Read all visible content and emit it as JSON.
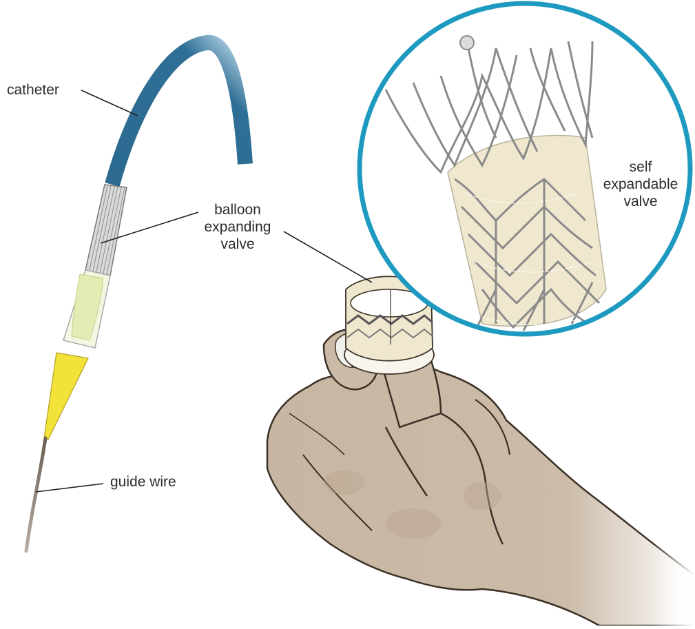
{
  "labels": {
    "catheter": "catheter",
    "balloon_valve": [
      "balloon",
      "expanding",
      "valve"
    ],
    "self_valve": [
      "self",
      "expandable",
      "valve"
    ],
    "guide_wire": "guide wire"
  },
  "colors": {
    "catheter_blue": "#2f6f96",
    "catheter_blue_light": "#8cc3dd",
    "circle_border": "#1e9ac0",
    "nose_cone": "#f2e23a",
    "balloon": "#e4ecb4",
    "wire": "#6b5e52",
    "skin": "#c9b8a4",
    "skin_shadow": "#a89580",
    "tissue": "#efe8cf",
    "metal": "#8a8a8a",
    "leader": "#222222"
  },
  "icons": [
    "catheter-illustration",
    "hand-illustration",
    "balloon-valve-illustration",
    "self-expandable-valve-illustration"
  ]
}
